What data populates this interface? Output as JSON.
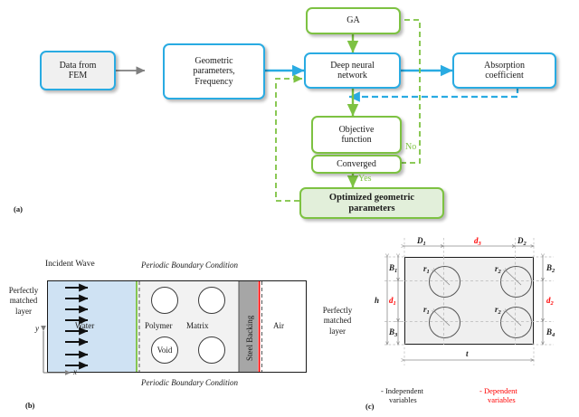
{
  "figure": {
    "panels": [
      {
        "id": "a",
        "label": "(a)"
      },
      {
        "id": "b",
        "label": "(b)"
      },
      {
        "id": "c",
        "label": "(c)"
      }
    ]
  },
  "colors": {
    "blue": "#29ABE2",
    "green": "#7DC242",
    "green_fill": "#e2efda",
    "grey_fill": "#f0f0f0",
    "red": "#ff0000",
    "water": "#cfe2f3",
    "polymer": "#f2f2f2",
    "steel": "#a6a6a6",
    "air": "#ffffff",
    "arrow_grey": "#7f7f7f",
    "black": "#1a1a1a"
  },
  "flowchart": {
    "nodes": {
      "data_fem": {
        "line1": "Data from",
        "line2": "FEM",
        "style": "blue-grey"
      },
      "geo_params": {
        "line1": "Geometric",
        "line2": "parameters,",
        "line3": "Frequency",
        "style": "blue"
      },
      "ga": {
        "line1": "GA",
        "style": "green"
      },
      "dnn": {
        "line1": "Deep neural",
        "line2": "network",
        "style": "blue"
      },
      "absorption": {
        "line1": "Absorption",
        "line2": "coefficient",
        "style": "blue"
      },
      "objective": {
        "line1": "Objective",
        "line2": "function",
        "style": "green"
      },
      "converged": {
        "line1": "Converged",
        "style": "green"
      },
      "optimized": {
        "line1": "Optimized geometric",
        "line2": "parameters",
        "style": "green-fill"
      }
    },
    "edge_labels": {
      "no": "No",
      "yes": "Yes"
    }
  },
  "panel_b": {
    "title_top": "Periodic Boundary Condition",
    "title_bottom": "Periodic Boundary Condition",
    "incident_wave": "Incident Wave",
    "left_pml": {
      "line1": "Perfectly",
      "line2": "matched",
      "line3": "layer"
    },
    "right_pml": {
      "line1": "Perfectly",
      "line2": "matched",
      "line3": "layer"
    },
    "regions": {
      "water": "Water",
      "polymer": "Polymer",
      "matrix": "Matrix",
      "void": "Void",
      "steel": "Steel Backing",
      "air": "Air"
    },
    "axes": {
      "x": "x",
      "y": "y"
    },
    "arrow_count": 8
  },
  "panel_c": {
    "dimensions": {
      "D1": {
        "text": "D",
        "subscript": "1",
        "kind": "independent"
      },
      "D2": {
        "text": "D",
        "subscript": "2",
        "kind": "independent"
      },
      "d3": {
        "text": "d",
        "subscript": "3",
        "kind": "dependent"
      },
      "B1": {
        "text": "B",
        "subscript": "1",
        "kind": "independent"
      },
      "B2": {
        "text": "B",
        "subscript": "2",
        "kind": "independent"
      },
      "B3": {
        "text": "B",
        "subscript": "3",
        "kind": "independent"
      },
      "B4": {
        "text": "B",
        "subscript": "4",
        "kind": "independent"
      },
      "d1": {
        "text": "d",
        "subscript": "1",
        "kind": "dependent"
      },
      "d2": {
        "text": "d",
        "subscript": "2",
        "kind": "dependent"
      },
      "h": {
        "text": "h",
        "subscript": "",
        "kind": "independent"
      },
      "t": {
        "text": "t",
        "subscript": "",
        "kind": "independent"
      },
      "r1_top": {
        "text": "r",
        "subscript": "1",
        "kind": "independent"
      },
      "r1_bottom": {
        "text": "r",
        "subscript": "1",
        "kind": "independent"
      },
      "r2_top": {
        "text": "r",
        "subscript": "2",
        "kind": "independent"
      },
      "r2_bottom": {
        "text": "r",
        "subscript": "2",
        "kind": "independent"
      }
    },
    "legend": {
      "independent": {
        "dash": "-",
        "line1": "Independent",
        "line2": "variables"
      },
      "dependent": {
        "dash": "-",
        "line1": "Dependent",
        "line2": "variables"
      }
    },
    "circle_count": 4
  }
}
